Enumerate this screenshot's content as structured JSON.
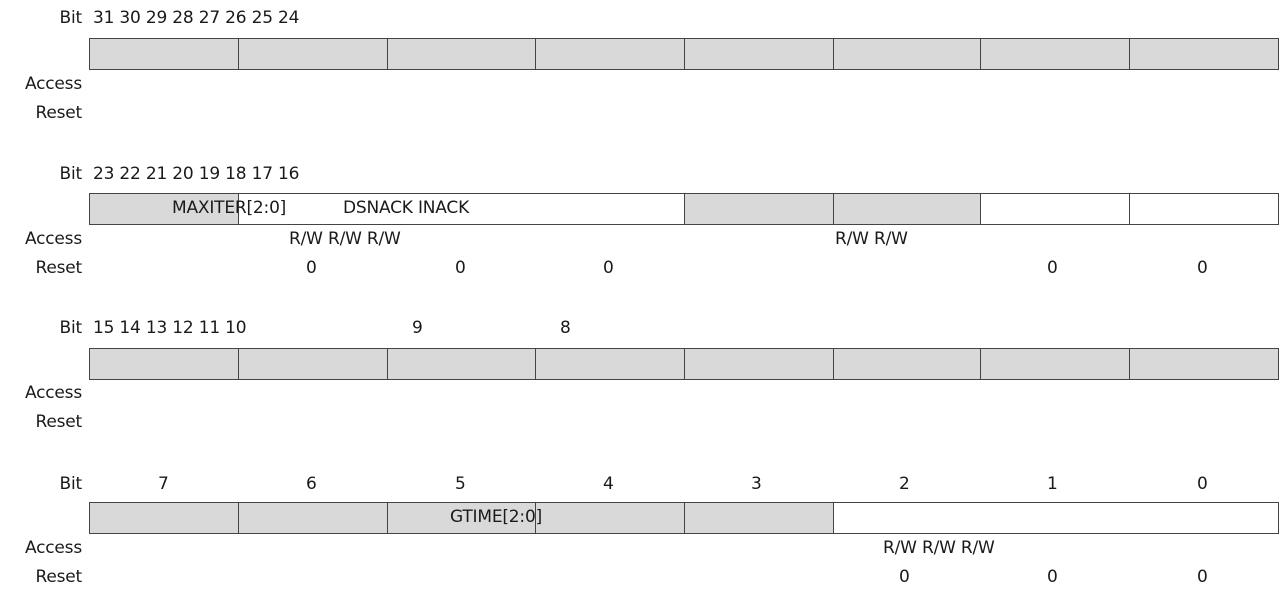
{
  "labels": {
    "bit": "Bit",
    "access": "Access",
    "reset": "Reset"
  },
  "rows": [
    {
      "bit_numbers": "31 30 29 28 27 26 25 24",
      "cells": [
        "grey",
        "grey",
        "grey",
        "grey",
        "grey",
        "grey",
        "grey",
        "grey"
      ]
    },
    {
      "bit_numbers": "23 22 21 20 19 18 17 16",
      "field1": "MAXITER[2:0]",
      "field2": "DSNACK INACK",
      "access_left": "R/W R/W R/W",
      "access_right": "R/W R/W",
      "resets": [
        "0",
        "0",
        "0",
        "0",
        "0"
      ],
      "cells": [
        "grey",
        "white",
        "white",
        "white",
        "grey",
        "grey",
        "white",
        "white"
      ]
    },
    {
      "bit_numbers_left": "15 14 13 12 11 10",
      "bit_9": "9",
      "bit_8": "8",
      "cells": [
        "grey",
        "grey",
        "grey",
        "grey",
        "grey",
        "grey",
        "grey",
        "grey"
      ]
    },
    {
      "bit_numbers": [
        "7",
        "6",
        "5",
        "4",
        "3",
        "2",
        "1",
        "0"
      ],
      "field": "GTIME[2:0]",
      "access": "R/W R/W R/W",
      "resets": [
        "0",
        "0",
        "0"
      ],
      "cells": [
        "grey",
        "grey",
        "grey",
        "grey",
        "grey",
        "white",
        "white",
        "white"
      ]
    }
  ]
}
